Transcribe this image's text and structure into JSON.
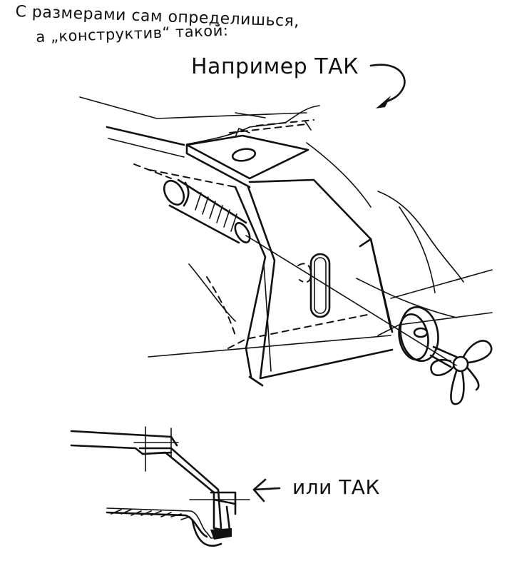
{
  "notes": {
    "line1": "С размерами сам определишься,",
    "line2": "а „конструктив“ такой:",
    "line3": "Например ТАК",
    "line4": "или ТАК"
  }
}
